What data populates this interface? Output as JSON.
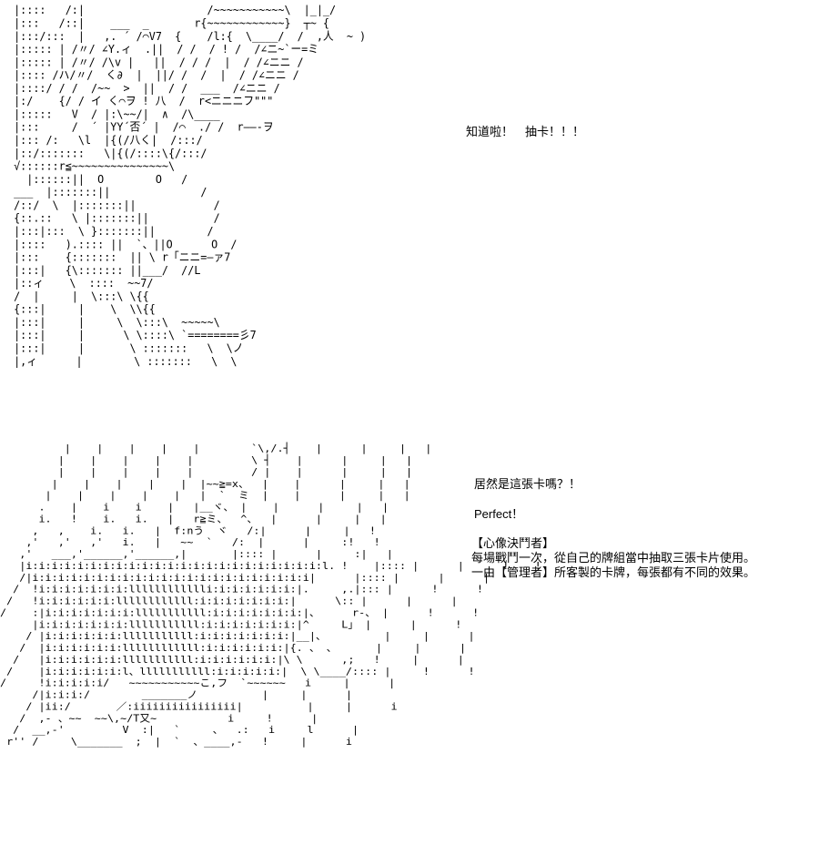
{
  "panels": [
    {
      "id": "top",
      "dialogue": "知道啦！　抽卡！！！",
      "art": " |::::   /:|                   /~~~~~~~~~~~\\  |_|_/\n |:::   /::|    ___  _       r{~~~~~~~~~~~~}  ┬~ {\n |:::/:::  |   ,. ´ /⌒V7  {    /l:{  \\____/  /  ,人  ~ )\n |::::: | /〃/ ∠Y.ィ  .||  / /  / ! /  /∠ニ~`ー=ミ\n |::::: | /〃/ /\\v |   ||  / / /  |  / /∠ニニ /\n |:::: /ハ/〃/  く∂  |  ||/ /  /  |  / /∠ニニ /\n |::::/ / /  /~~  >  ||  / /  ___  /∠ニニ /\n |:/    {/ / イ く⌒ヲ ! 八  /  r<ニニニフ\"\"\"\n |:::::   V  / |:\\~~/|  ∧  /\\____\n |:::     /  ´ |YY´否´ |  /⌒  ./ /  r――-ヲ\n |::: /:   \\l  |{(/八く|  /:::/\n |::/:::::::   \\|{(/::::\\{/:::/\n √::::::r≦~~~~~~~~~~~~~~~\\\n   |::::::||  O        O   /\n ___  |:::::::||              /\n /::/  \\  |:::::::||            /\n {::.::   \\ |:::::::||          /\n |:::|:::  \\ }:::::::||        /\n |::::   ).:::: ||  `、||O      O  /\n |:::    {:::::::  || \\ r「ニニ=―ァ7\n |:::|   {\\::::::: ||___/  //L\n |::ィ    \\  ::::  ~~7/\n /  |     |  \\:::\\ \\{{\n {:::|     |    \\  \\\\{{\n |:::|     |     \\  \\:::\\  ~~~~~\\\n |:::|     |      \\ \\::::\\ `========彡7\n |:::|     |       \\ :::::::   \\  \\ノ\n |,ィ      |        \\ :::::::   \\  \\"
    },
    {
      "id": "bottom",
      "lines": [
        "居然是這張卡嗎？！",
        "Perfect！"
      ],
      "card_title": "【心像決鬥者】",
      "card_text": [
        "每場戰鬥一次，從自己的牌組當中抽取三張卡片使用。",
        "一由【管理者】所客製的卡牌，每張都有不同的效果。"
      ],
      "art": "          |    |    |    |    |        `\\,/.┤    |      |     |   |\n         |    |    |    |    |         \\ ┤    |      |     |   |\n         |    |    |    |    |         / |    |      |     |   |\n        |    |    |    |    |  |~~≧=x、  |    |      |     |   |\n       |    |    |    |    |   |  `  ミ  |    |      |     |   |\n      .    |    i    i    |   |__ヾ、 |    |      |     |   |\n      i.   !    i.   i.   |   r≧ミ、  ^、  |      |     |   |\n     ,   ,    i.   i.   |  f:nう  ヾ   /:|      |     |   !\n    ,'   ,'   ,'   i.   |   ~~  `   /:  |      |     :!   !\n   ,'   ___,'______,'______,|       |:::: |      |     :|   |\n   |i:i:i:i:i:i:i:i:i:i:i:i:i:i:i:i:i:i:i:i:i:i:i:l. !    |:::: |      |      !    !\n   /|i:i:i:i:i:i:i:i:i:i:i:i:i:i:i:i:i:i:i:i:i:i|      |:::: |      |      |\n  /  !i:i:i:i:i:i:i:lllllllllllli:i:i:i:i:i:i:|.     ,.|::: |      !      !\n /   !i:i:i:i:i:i:llllllllllll:i:i:i:i:i:i:i:|      \\:: |      |      |\n/    :|i:i:i:i:i:i:i:lllllllllll:i:i:i:i:i:i:i:|、     r-、 |      !      !\n     |i:i:i:i:i:i:i:lllllllllll:i:i:i:i:i:i:i:|^     L」 |      |      !\n    / |i:i:i:i:i:i:lllllllllll:i:i:i:i:i:i:i:|__|、         |     |      |\n   /  |i:i:i:i:i:i:llllllllllll:i:i:i:i:i:i:|{. 、 、      |     |      |\n  /   |i:i:i:i:i:i:lllllllllll:i:i:i:i:i:i:|\\ \\      ,;   !     |      |\n /    |i:i:i:i:i:i:l、lllllllllll:i:i:i:i:i:|  \\ \\____/:::: |     !      !\n/     !i:i:i:i:i/   ~~~~~~~~~~~こ,フ  `~~~~~~   i     |      |\n     /|i:i:i:/        _______ノ          |     |      |\n    / |ii:/       ／:iiiiiiiiiiiiiiii|          |     |      i\n   /  ,- 、~~  ~~\\,~/T又~           i     !      |\n  /  __,-'         V  :|   `     、  .:   i     l      |\n r'' /     \\_______  ;  |  `  、____,-   !     |      i"
    }
  ]
}
